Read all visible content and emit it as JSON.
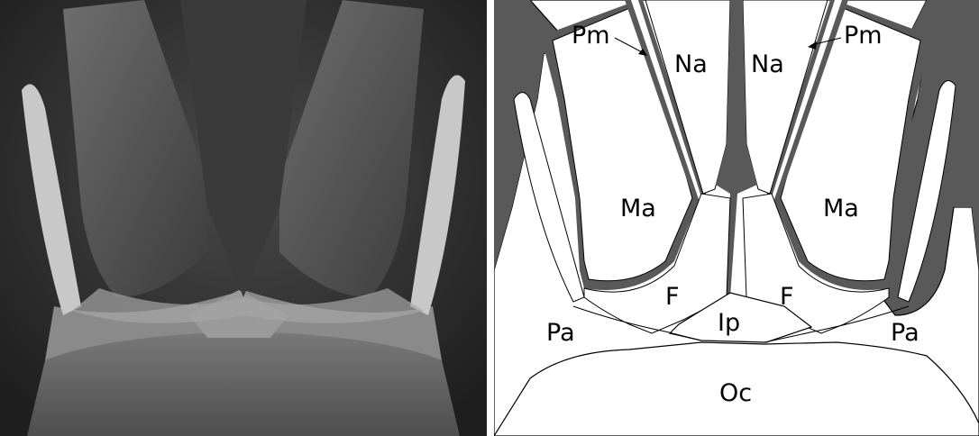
{
  "labels": {
    "pm_left": "Pm",
    "pm_right": "Pm",
    "na_left": "Na",
    "na_right": "Na",
    "ma_left": "Ma",
    "ma_right": "Ma",
    "f_left": "F",
    "f_right": "F",
    "ip": "Ip",
    "pa_left": "Pa",
    "pa_right": "Pa",
    "oc": "Oc"
  },
  "colors": {
    "bone_fill": "#ffffff",
    "background_fill": "#595959",
    "outline": "#000000"
  }
}
